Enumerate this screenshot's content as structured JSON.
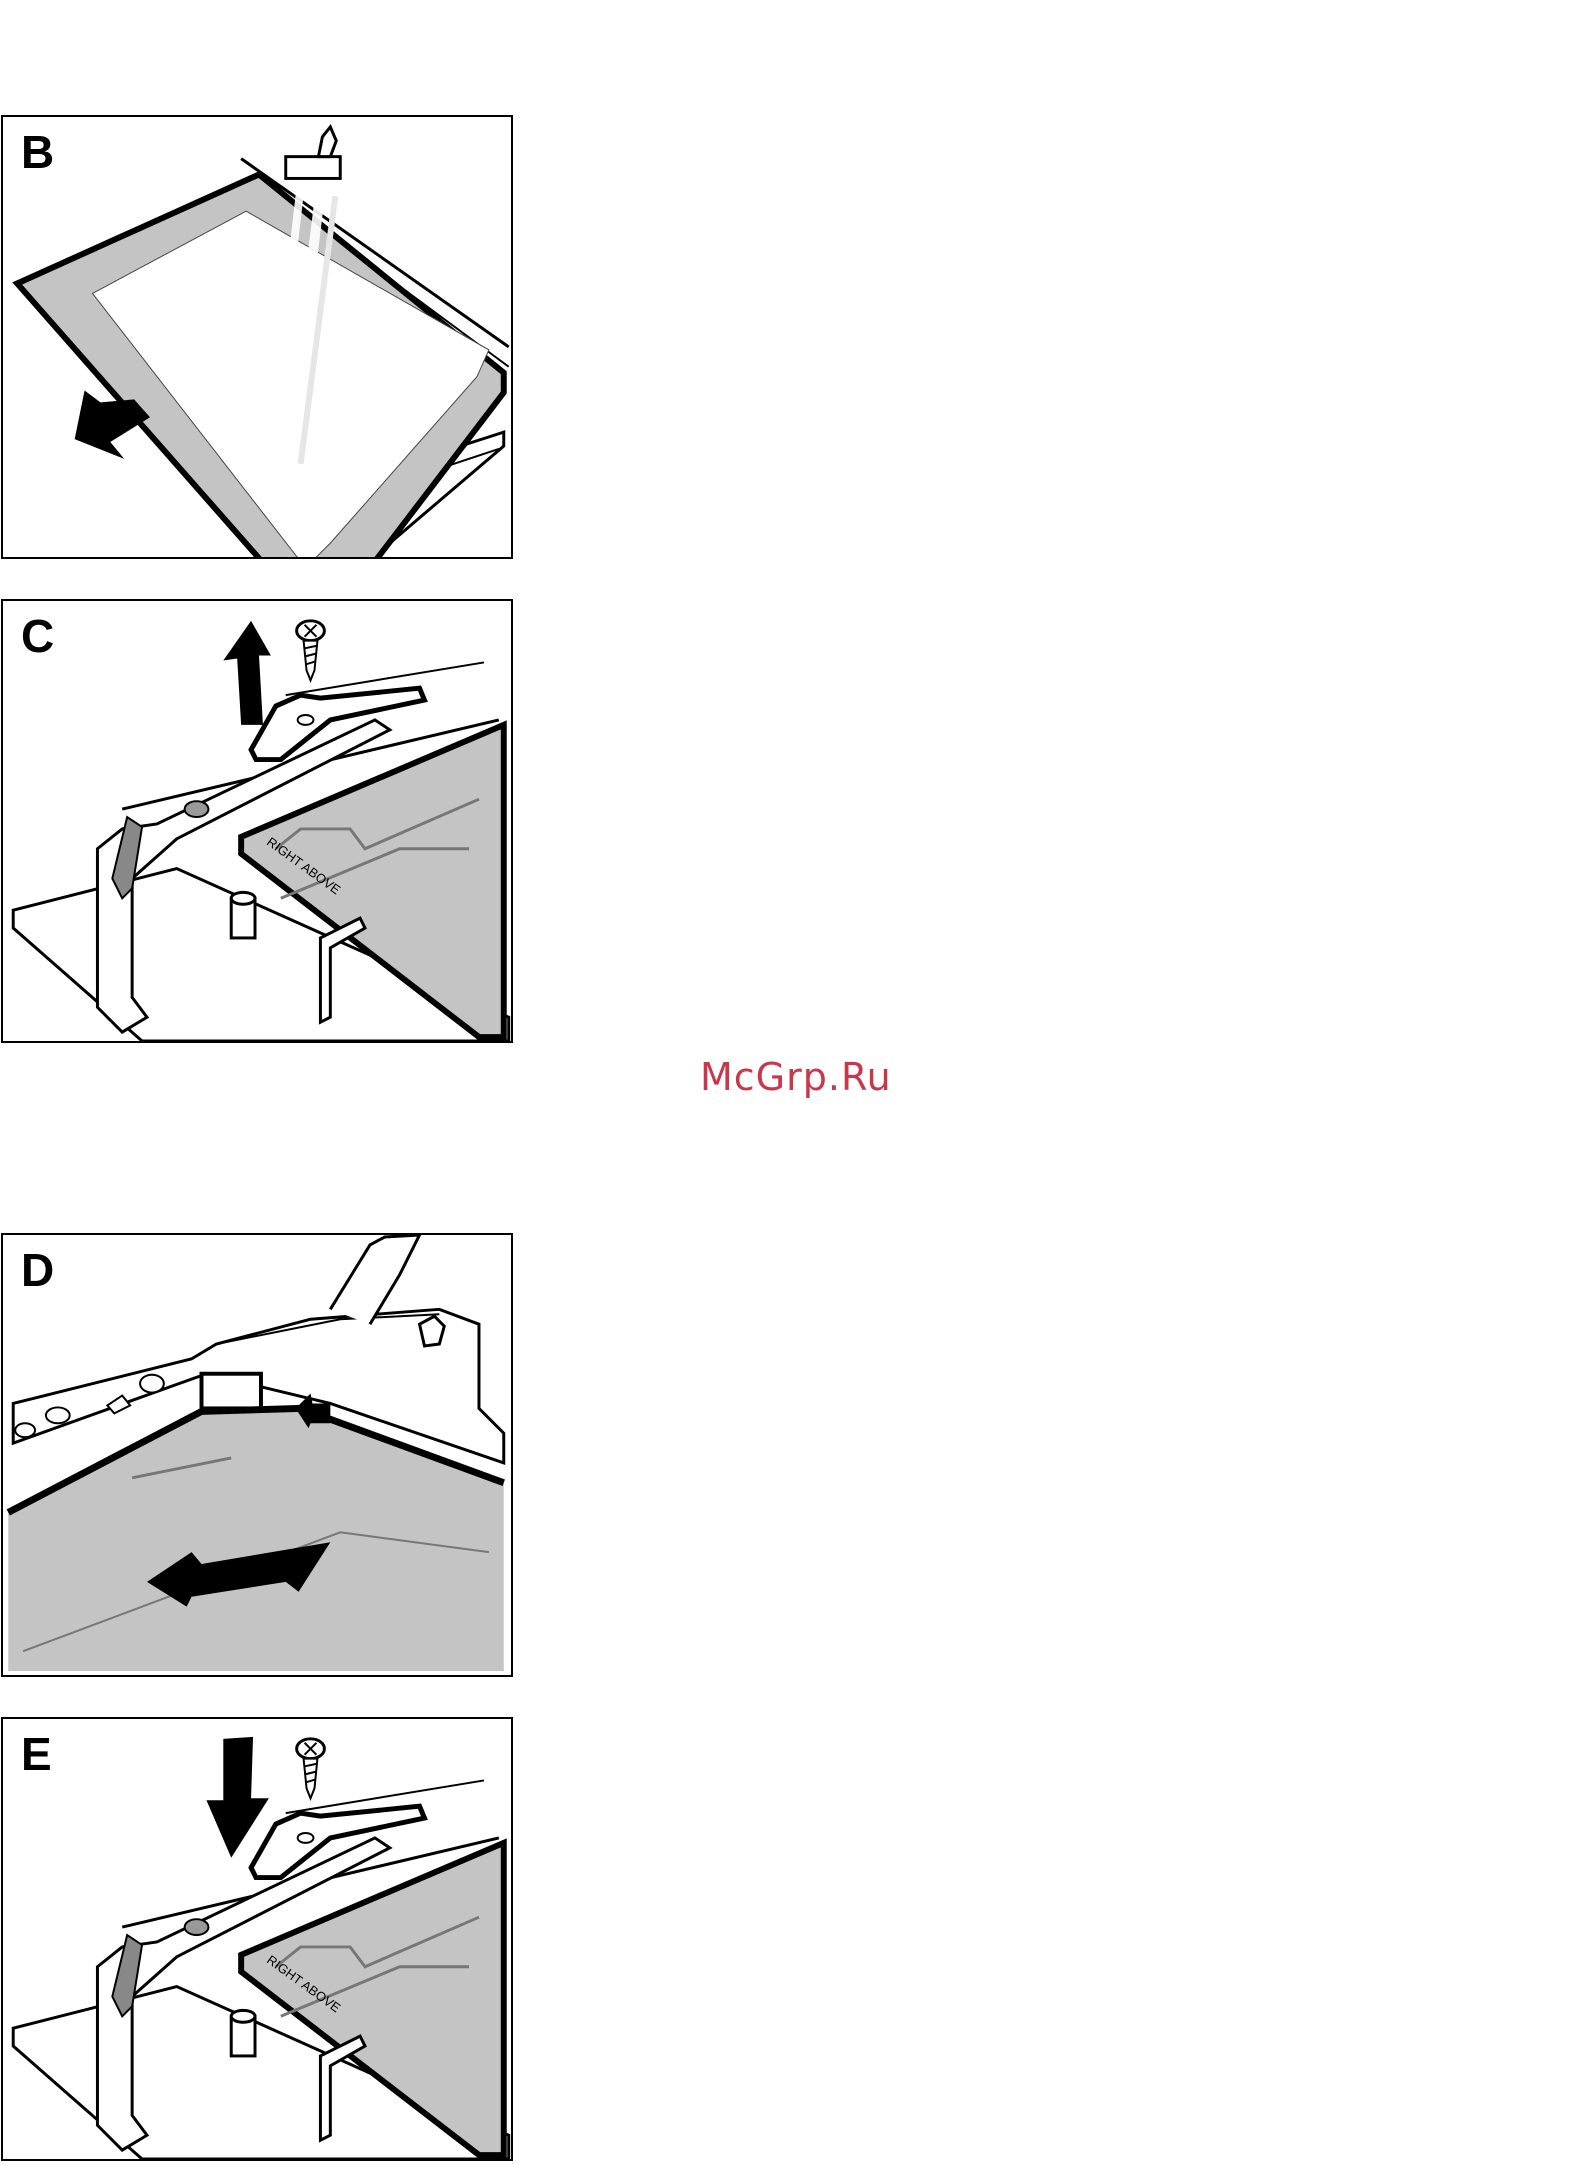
{
  "panels": [
    {
      "letter": "B"
    },
    {
      "letter": "C",
      "glass_label": "RIGHT ABOVE"
    },
    {
      "letter": "D"
    },
    {
      "letter": "E",
      "glass_label": "RIGHT ABOVE"
    }
  ],
  "watermark": "McGrp.Ru",
  "colors": {
    "glass": "#c4c4c4",
    "line": "#000000",
    "watermark": "#c8384a"
  }
}
